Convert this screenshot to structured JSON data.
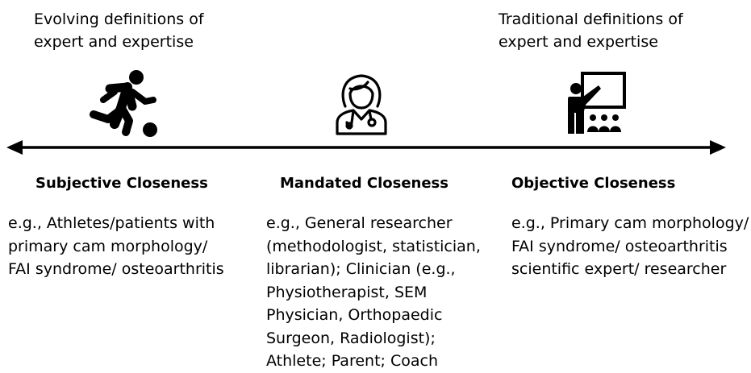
{
  "top_labels": {
    "left": [
      "Evolving definitions of",
      "expert and expertise"
    ],
    "right": [
      "Traditional definitions of",
      "expert and expertise"
    ]
  },
  "icons": {
    "left": "running-soccer-player-icon",
    "middle": "doctor-with-stethoscope-icon",
    "right": "teacher-presenting-icon"
  },
  "columns": [
    {
      "title": "Subjective Closeness",
      "lines": [
        "e.g., Athletes/patients with",
        "primary cam morphology/",
        "FAI syndrome/ osteoarthritis"
      ]
    },
    {
      "title": "Mandated Closeness",
      "lines": [
        "e.g., General researcher",
        "(methodologist, statistician,",
        "librarian); Clinician (e.g.,",
        "Physiotherapist, SEM",
        "Physician, Orthopaedic",
        "Surgeon, Radiologist);",
        "Athlete; Parent; Coach"
      ]
    },
    {
      "title": "Objective Closeness",
      "lines": [
        "e.g., Primary cam morphology/",
        "FAI syndrome/ osteoarthritis",
        "scientific expert/ researcher"
      ]
    }
  ],
  "colors": {
    "ink": "#000000",
    "background": "#ffffff"
  }
}
